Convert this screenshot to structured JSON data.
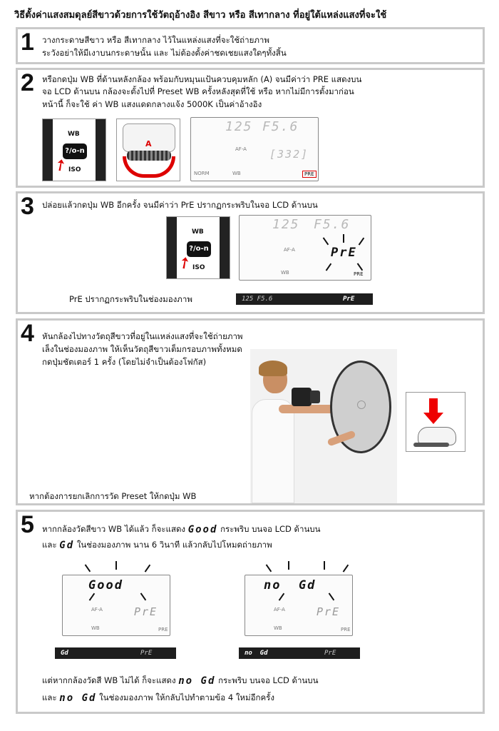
{
  "title": "วิธีตั้งค่าแสงสมดุลย์สีขาวด้วยการใช้วัตถุอ้างอิง สีขาว หรือ สีเทากลาง ที่อยู่ใต้แหล่งแสงที่จะใช้",
  "steps": [
    {
      "number": "1",
      "lines": [
        "วางกระดาษสีขาว หรือ สีเทากลาง ไว้ในแหล่งแสงที่จะใช้ถ่ายภาพ",
        "ระวังอย่าให้มีเงาบนกระดาษนั้น และ ไม่ต้องตั้งค่าชดเชยแสงใดๆทั้งสิ้น"
      ]
    },
    {
      "number": "2",
      "lines": [
        "หรือกดปุ่ม WB ที่ด้านหลังกล้อง พร้อมกับหมุนแป้นควบคุมหลัก (A) จนมีค่าว่า PRE แสดงบน",
        "จอ LCD ด้านบน กล้องจะตั้งไปที่ Preset WB ครั้งหลังสุดที่ใช้ หรือ หากไม่มีการตั้งมาก่อน",
        "หน้านี้ ก็จะใช้ ค่า WB แสงแดดกลางแจ้ง  5000K เป็นค่าอ้างอิง"
      ],
      "button_wb": "WB",
      "button_key": "?/o-n",
      "button_iso": "ISO",
      "dial_label": "A",
      "lcd_shutter": "125",
      "lcd_aperture": "F5.6",
      "lcd_frames": "[332]",
      "lcd_af": "AF-A",
      "lcd_norm": "NORM",
      "lcd_wb": "WB",
      "lcd_pre": "PRE"
    },
    {
      "number": "3",
      "lines": [
        "ปล่อยแล้วกดปุ่ม WB  อีกครั้ง จนมีค่าว่า PrE ปรากฏกระพริบในจอ LCD ด้านบน"
      ],
      "caption": "PrE ปรากฏกระพริบในช่องมองภาพ",
      "lcd_shutter": "125",
      "lcd_aperture": "F5.6",
      "lcd_blink": "PrE",
      "lcd_af": "AF-A",
      "lcd_wb": "WB",
      "lcd_pre": "PRE",
      "vf_text": "125  F5.6",
      "vf_blink": "PrE",
      "button_wb": "WB",
      "button_key": "?/o-n",
      "button_iso": "ISO"
    },
    {
      "number": "4",
      "lines": [
        "หันกล้องไปทางวัตถุสีขาวที่อยู่ในแหล่งแสงที่จะใช้ถ่ายภาพ",
        "เล็งในช่องมองภาพ ให้เห็นวัตถุสีขาวเต็มกรอบภาพทั้งหมด",
        "กดปุ่มชัตเตอร์ 1 ครั้ง (โดยไม่จำเป็นต้องโฟกัส)"
      ],
      "footer": "หากต้องการยกเลิกการวัด Preset ให้กดปุ่ม WB"
    },
    {
      "number": "5",
      "line1_before": "หากกล้องวัดสีขาว WB ได้แล้ว ก็จะแสดง",
      "line1_code": "Good",
      "line1_after": "กระพริบ บนจอ LCD ด้านบน",
      "line2_before": "และ",
      "line2_code": "Gd",
      "line2_after": "ในช่องมองภาพ นาน 6 วินาที แล้วกลับไปโหมดถ่ายภาพ",
      "lcd_left_blink": "Good",
      "lcd_right_blink": "no  Gd",
      "lcd_af": "AF-A",
      "lcd_pre_big": "PrE",
      "lcd_wb": "WB",
      "lcd_pre": "PRE",
      "vf_left": "Gd",
      "vf_left_tail": "PrE",
      "vf_right": "no  Gd",
      "vf_right_tail": "PrE",
      "line3_before": "แต่หากกล้องวัดสี WB ไม่ได้ ก็จะแสดง",
      "line3_code": "no Gd",
      "line3_after": "กระพริบ บนจอ LCD ด้านบน",
      "line4_before": "และ",
      "line4_code": "no Gd",
      "line4_after": "ในช่องมองภาพ ให้กลับไปทำตามข้อ 4 ใหม่อีกครั้ง"
    }
  ]
}
